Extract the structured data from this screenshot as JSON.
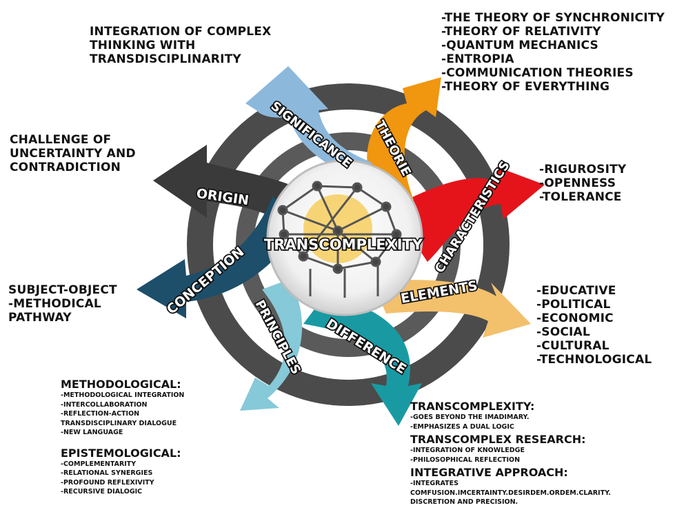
{
  "center": {
    "label": "TRANSCOMPLEXITY"
  },
  "arrows": [
    {
      "id": "significance",
      "label": "SIGNIFICANCE",
      "color": "#8cb8dc"
    },
    {
      "id": "theorie",
      "label": "THEORIE",
      "color": "#f0960f"
    },
    {
      "id": "characteristics",
      "label": "CHARACTERISTICS",
      "color": "#e5141b"
    },
    {
      "id": "elements",
      "label": "ELEMENTS",
      "color": "#f3c06c"
    },
    {
      "id": "difference",
      "label": "DIFFERENCE",
      "color": "#199aa3"
    },
    {
      "id": "principles",
      "label": "PRINCIPLES",
      "color": "#86c9d8"
    },
    {
      "id": "conception",
      "label": "CONCEPTION",
      "color": "#1d4e6a"
    },
    {
      "id": "origin",
      "label": "ORIGIN",
      "color": "#3a3a3a"
    }
  ],
  "texts": {
    "significance": "INTEGRATION OF COMPLEX\nTHINKING WITH\nTRANSDISCIPLINARITY",
    "theorie": "-THE THEORY OF SYNCHRONICITY\n-THEORY OF RELATIVITY\n-QUANTUM MECHANICS\n-ENTROPIA\n-COMMUNICATION THEORIES\n-THEORY OF EVERYTHING",
    "origin": "CHALLENGE OF\nUNCERTAINTY AND\nCONTRADICTION",
    "characteristics": "-RIGUROSITY\n-OPENNESS\n-TOLERANCE",
    "conception": "SUBJECT-OBJECT\n-METHODICAL\nPATHWAY",
    "elements": "-EDUCATIVE\n-POLITICAL\n-ECONOMIC\n-SOCIAL\n-CULTURAL\n-TECHNOLOGICAL"
  },
  "principles": {
    "methodological_heading": "METHODOLOGICAL:",
    "methodological_items": "-METHODOLOGICAL INTEGRATION\n-INTERCOLLABORATION\n-REFLECTION-ACTION\nTRANSDISCIPLINARY DIALOGUE\n-NEW LANGUAGE",
    "epistemological_heading": "EPISTEMOLOGICAL:",
    "epistemological_items": "-COMPLEMENTARITY\n-RELATIONAL SYNERGIES\n-PROFOUND REFLEXIVITY\n-RECURSIVE DIALOGIC"
  },
  "difference": {
    "h1": "TRANSCOMPLEXITY:",
    "i1": "-GOES BEYOND THE IMADIMARY.\n-EMPHASIZES A DUAL LOGIC",
    "h2": "TRANSCOMPLEX RESEARCH:",
    "i2": "-INTEGRATION OF KNOWLEDGE\n-PHILOSOPHICAL REFLECTION",
    "h3": "INTEGRATIVE APPROACH:",
    "i3": "-INTEGRATES\nCOMFUSION.IMCERTAINTY.DESIRDEM.ORDEM.CLARITY.\nDISCRETION AND PRECISION."
  }
}
